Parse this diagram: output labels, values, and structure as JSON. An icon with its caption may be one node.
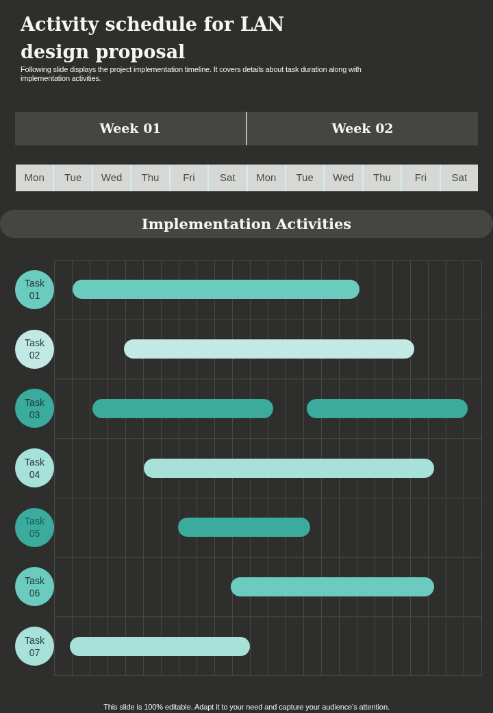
{
  "diagram": {
    "title": "Activity schedule for LAN design proposal",
    "nodes": [
      {
        "text": [
          "Week 01"
        ]
      },
      {
        "text": [
          "Week 02"
        ]
      },
      {
        "text": [
          "Mon"
        ]
      },
      {
        "text": [
          "Tue"
        ]
      },
      {
        "text": [
          "Wed"
        ]
      },
      {
        "text": [
          "Thu"
        ]
      },
      {
        "text": [
          "Fri"
        ]
      },
      {
        "text": [
          "Sat"
        ]
      },
      {
        "text": [
          "Mon"
        ]
      },
      {
        "text": [
          "Tue"
        ]
      },
      {
        "text": [
          "Wed"
        ]
      },
      {
        "text": [
          "Thu"
        ]
      },
      {
        "text": [
          "Fri"
        ]
      },
      {
        "text": [
          "Sat"
        ]
      },
      {
        "text": [
          "Implementation Activities"
        ]
      },
      {
        "text": [
          "Task 01"
        ]
      },
      {
        "text": [],
        "shape": "bar"
      },
      {
        "text": [
          "Task 02"
        ]
      },
      {
        "text": [],
        "shape": "bar"
      },
      {
        "text": [
          "Task 03"
        ]
      },
      {
        "text": [],
        "shape": "bar"
      },
      {
        "text": [],
        "shape": "bar"
      },
      {
        "text": [
          "Task 04"
        ]
      },
      {
        "text": [],
        "shape": "bar"
      },
      {
        "text": [
          "Task 05"
        ]
      },
      {
        "text": [],
        "shape": "bar"
      },
      {
        "text": [
          "Task 06"
        ]
      },
      {
        "text": [],
        "shape": "bar"
      },
      {
        "text": [
          "Task 07"
        ]
      },
      {
        "text": [],
        "shape": "bar"
      }
    ],
    "labels": [
      "Following slide displays the project implementation timeline. It covers details about task duration along with implementation activities.",
      "This slide is 100% editable. Adapt it to your need and capture your audience’s attention."
    ]
  }
}
